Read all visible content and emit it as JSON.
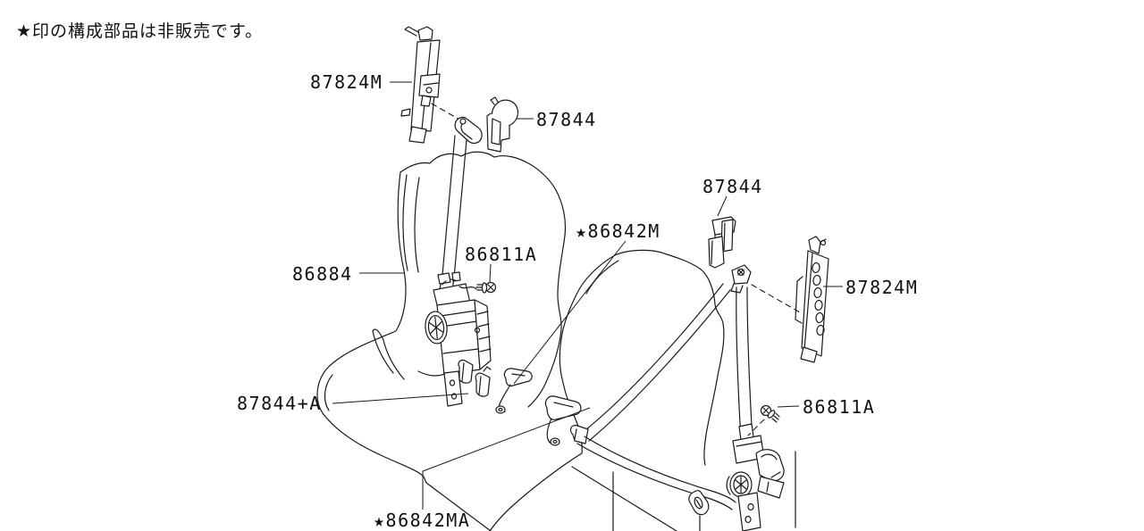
{
  "note": "★印の構成部品は非販売です。",
  "labels": {
    "adjuster_left": "87824M",
    "guide_top": "87844",
    "guide_right": "87844",
    "belt_assy_right": "★86842M",
    "shoulder_webbing": "86884",
    "anchor_bolt_left": "86811A",
    "floor_clip": "87844+A",
    "anchor_bolt_right": "86811A",
    "adjuster_right": "87824M",
    "belt_assy_left": "★86842MA"
  },
  "colors": {
    "line": "#1a1a1a",
    "background": "#ffffff"
  }
}
